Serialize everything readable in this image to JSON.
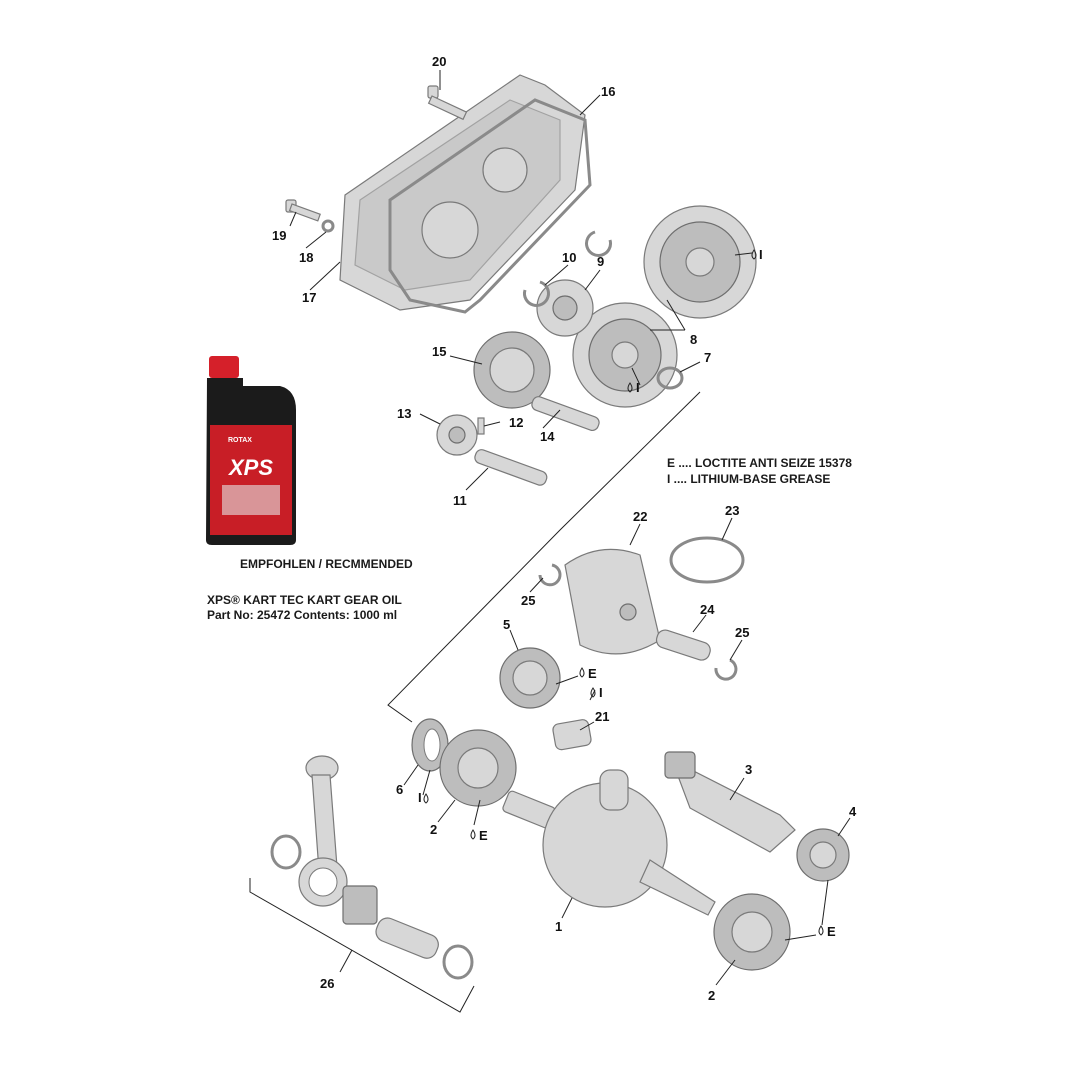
{
  "callouts": {
    "c1": "1",
    "c2a": "2",
    "c2b": "2",
    "c3": "3",
    "c4": "4",
    "c5": "5",
    "c6": "6",
    "c7": "7",
    "c8": "8",
    "c9": "9",
    "c10": "10",
    "c11": "11",
    "c12": "12",
    "c13": "13",
    "c14": "14",
    "c15": "15",
    "c16": "16",
    "c17": "17",
    "c18": "18",
    "c19": "19",
    "c20": "20",
    "c21": "21",
    "c22": "22",
    "c23": "23",
    "c24": "24",
    "c25a": "25",
    "c25b": "25",
    "c26": "26"
  },
  "symbols": {
    "s_top_gear": "I",
    "s_gear8": "I",
    "s_bearing5": "E",
    "s_bearing5b": "I",
    "s_seal6": "I",
    "s_bearing2": "E",
    "s_bearing2b": "E",
    "s_bearing4": "E"
  },
  "legend": {
    "line1": "E .... LOCTITE ANTI SEIZE 15378",
    "line2": "I .... LITHIUM-BASE GREASE"
  },
  "product": {
    "recommended": "EMPFOHLEN / RECMMENDED",
    "name": "XPS® KART TEC KART GEAR OIL",
    "part_info": "Part No: 25472  Contents: 1000 ml",
    "bottle_brand": "XPS",
    "bottle_maker": "ROTAX"
  },
  "colors": {
    "bottle_body": "#1b1b1b",
    "bottle_cap": "#d5202a",
    "label_red": "#c81e26"
  }
}
